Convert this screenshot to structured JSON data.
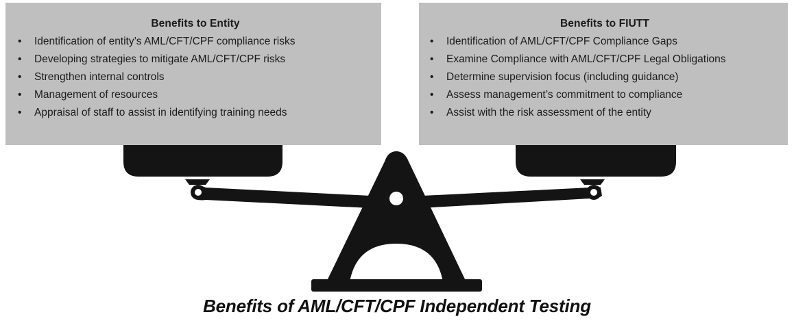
{
  "left_panel": {
    "title": "Benefits to Entity",
    "items": [
      "Identification of entity’s AML/CFT/CPF compliance risks",
      " Developing strategies to mitigate AML/CFT/CPF risks",
      "Strengthen internal controls",
      "Management of resources",
      "Appraisal of staff to assist in identifying training needs"
    ]
  },
  "right_panel": {
    "title": "Benefits to FIUTT",
    "items": [
      "Identification of AML/CFT/CPF Compliance Gaps",
      "Examine Compliance with AML/CFT/CPF Legal Obligations",
      "Determine supervision focus (including guidance)",
      "Assess management’s commitment to compliance",
      "Assist with the risk assessment of the entity"
    ]
  },
  "caption": "Benefits of AML/CFT/CPF Independent Testing",
  "colors": {
    "panel_bg": "#bfbfbf",
    "scale": "#141414",
    "text": "#1a1a1a"
  }
}
